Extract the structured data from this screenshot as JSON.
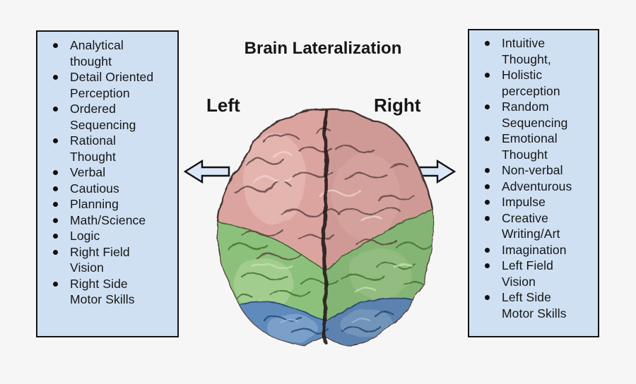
{
  "title": "Brain Lateralization",
  "left": {
    "label": "Left",
    "items": [
      "Analytical\nthought",
      "Detail Oriented\nPerception",
      "Ordered\nSequencing",
      "Rational\nThought",
      "Verbal",
      "Cautious",
      "Planning",
      "Math/Science",
      "Logic",
      "Right Field\nVision",
      "Right Side\nMotor Skills"
    ]
  },
  "right": {
    "label": "Right",
    "items": [
      "Intuitive\nThought,",
      "Holistic\nperception",
      "Random\nSequencing",
      "Emotional\nThought",
      "Non-verbal",
      "Adventurous",
      "Impulse",
      "Creative\nWriting/Art",
      "Imagination",
      "Left Field\nVision",
      "Left Side\nMotor Skills"
    ]
  },
  "icons": {
    "bullet": "bullet-icon",
    "left_arrow": "left-arrow-icon",
    "right_arrow": "right-arrow-icon"
  },
  "colors": {
    "background": "#f6f6f6",
    "panel_fill": "#cfe0f2",
    "panel_border": "#141414",
    "arrow_fill": "#d9e7f7",
    "text": "#161616",
    "brain_frontal_pink": "#dca49f",
    "brain_parietal_green": "#8cc17b",
    "brain_occipital_blue": "#5f8abc"
  }
}
